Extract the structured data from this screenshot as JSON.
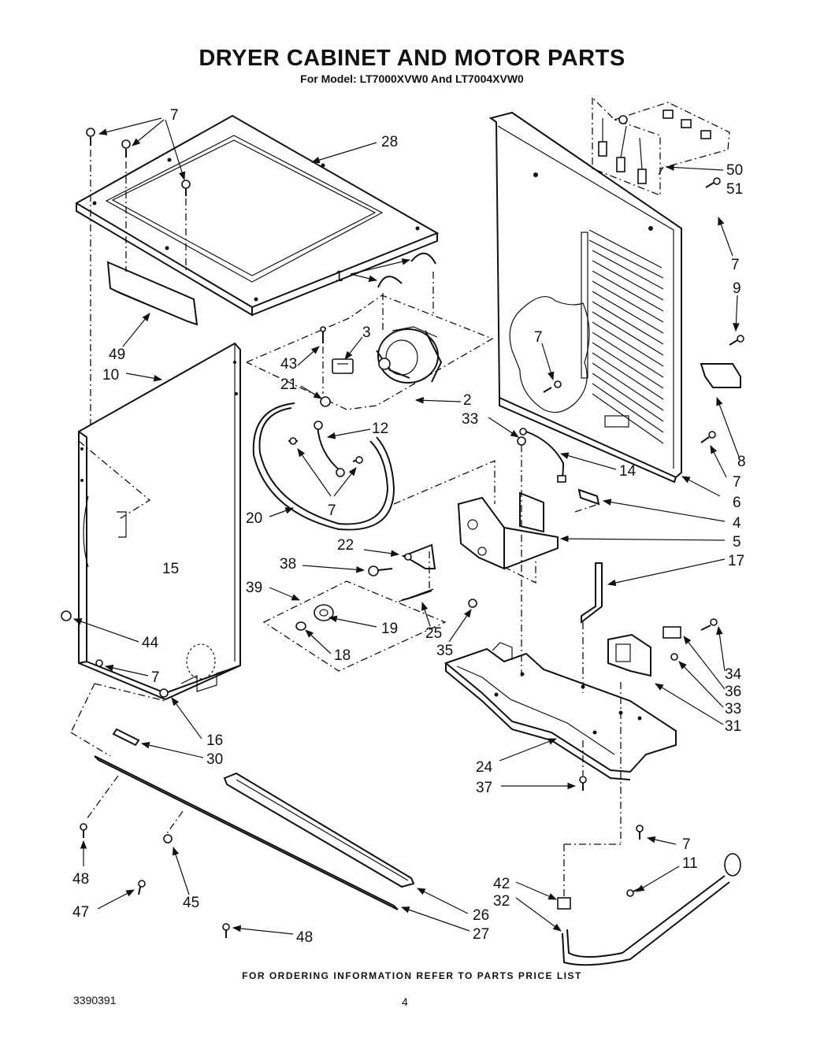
{
  "header": {
    "title": "DRYER CABINET AND MOTOR PARTS",
    "subtitle": "For Model: LT7000XVW0 And LT7004XVW0"
  },
  "footer": {
    "ordering_note": "FOR ORDERING INFORMATION REFER TO PARTS PRICE LIST",
    "document_number": "3390391",
    "page_number": "4"
  },
  "callouts": {
    "c1": "1",
    "c2": "2",
    "c3": "3",
    "c4": "4",
    "c5": "5",
    "c6": "6",
    "c7": "7",
    "c8": "8",
    "c9": "9",
    "c10": "10",
    "c11": "11",
    "c12": "12",
    "c14": "14",
    "c15": "15",
    "c16": "16",
    "c17": "17",
    "c18": "18",
    "c19": "19",
    "c20": "20",
    "c21": "21",
    "c22": "22",
    "c24": "24",
    "c25": "25",
    "c26": "26",
    "c27": "27",
    "c28": "28",
    "c30": "30",
    "c31": "31",
    "c32": "32",
    "c33": "33",
    "c34": "34",
    "c35": "35",
    "c36": "36",
    "c37": "37",
    "c38": "38",
    "c39": "39",
    "c42": "42",
    "c43": "43",
    "c44": "44",
    "c45": "45",
    "c47": "47",
    "c48": "48",
    "c49": "49",
    "c50": "50",
    "c51": "51"
  }
}
